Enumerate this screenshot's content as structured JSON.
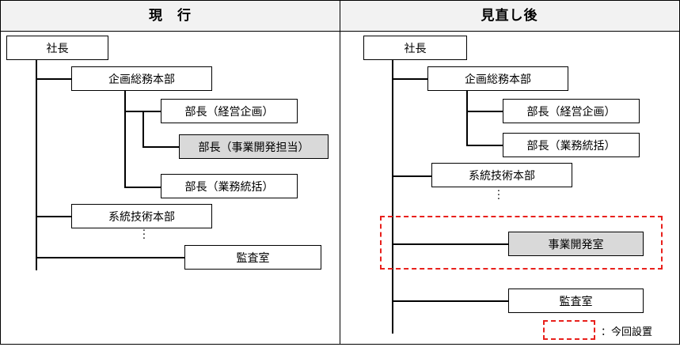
{
  "header": {
    "left_title": "現　行",
    "right_title": "見直し後"
  },
  "current": {
    "president": "社長",
    "planning_dept": "企画総務本部",
    "gm_corp_planning": "部長（経営企画）",
    "gm_business_dev": "部長（事業開発担当）",
    "gm_business_admin": "部長（業務統括）",
    "systems_tech_dept": "系統技術本部",
    "audit_office": "監査室"
  },
  "revised": {
    "president": "社長",
    "planning_dept": "企画総務本部",
    "gm_corp_planning": "部長（経営企画）",
    "gm_business_admin": "部長（業務統括）",
    "systems_tech_dept": "系統技術本部",
    "business_dev_office": "事業開発室",
    "audit_office": "監査室"
  },
  "legend": {
    "label": "：今回設置"
  },
  "colors": {
    "new_highlight_border": "#e8201c",
    "highlighted_box_fill": "#d9d9d9",
    "header_fill": "#f2f2f2"
  }
}
